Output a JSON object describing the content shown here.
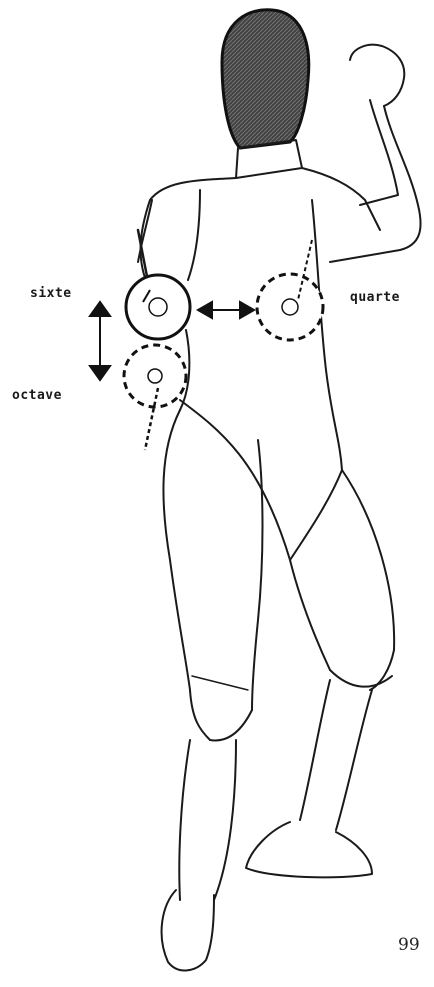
{
  "labels": {
    "sixte": "sixte",
    "quarte": "quarte",
    "octave": "octave"
  },
  "page_number": "99",
  "colors": {
    "ink": "#1a1a1a",
    "mask_mesh": "#3a3a3a",
    "paper": "#ffffff"
  }
}
